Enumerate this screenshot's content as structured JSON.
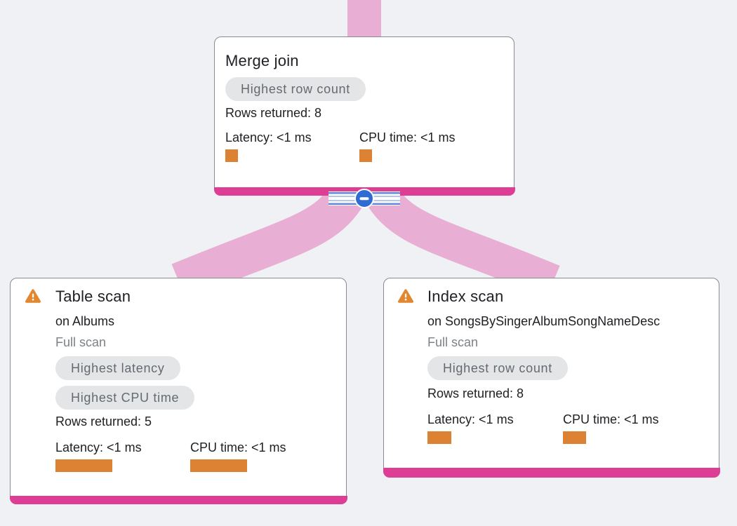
{
  "colors": {
    "background": "#f0f1f4",
    "edge_pink": "#e9aed4",
    "accent_pink": "#dd3d94",
    "metric_orange": "#dd8133",
    "warning_orange": "#e28730",
    "collapse_blue": "#2f6bd5",
    "pill_gray": "#e4e5e7"
  },
  "icons": {
    "warning": "warning-triangle-icon",
    "collapse": "minus-icon"
  },
  "nodes": {
    "merge_join": {
      "title": "Merge join",
      "badge1": "Highest row count",
      "rows": "Rows returned: 8",
      "latency": "Latency: <1 ms",
      "cpu": "CPU time: <1 ms"
    },
    "table_scan": {
      "title": "Table scan",
      "target": "on Albums",
      "scan_type": "Full scan",
      "badge1": "Highest latency",
      "badge2": "Highest CPU time",
      "rows": "Rows returned: 5",
      "latency": "Latency: <1 ms",
      "cpu": "CPU time: <1 ms"
    },
    "index_scan": {
      "title": "Index scan",
      "target": "on SongsBySingerAlbumSongNameDesc",
      "scan_type": "Full scan",
      "badge1": "Highest row count",
      "rows": "Rows returned: 8",
      "latency": "Latency: <1 ms",
      "cpu": "CPU time: <1 ms"
    }
  },
  "metric_bars": {
    "merge_latency_w": 18,
    "merge_cpu_w": 18,
    "table_latency_w": 81,
    "table_cpu_w": 81,
    "index_latency_w": 34,
    "index_cpu_w": 33
  }
}
